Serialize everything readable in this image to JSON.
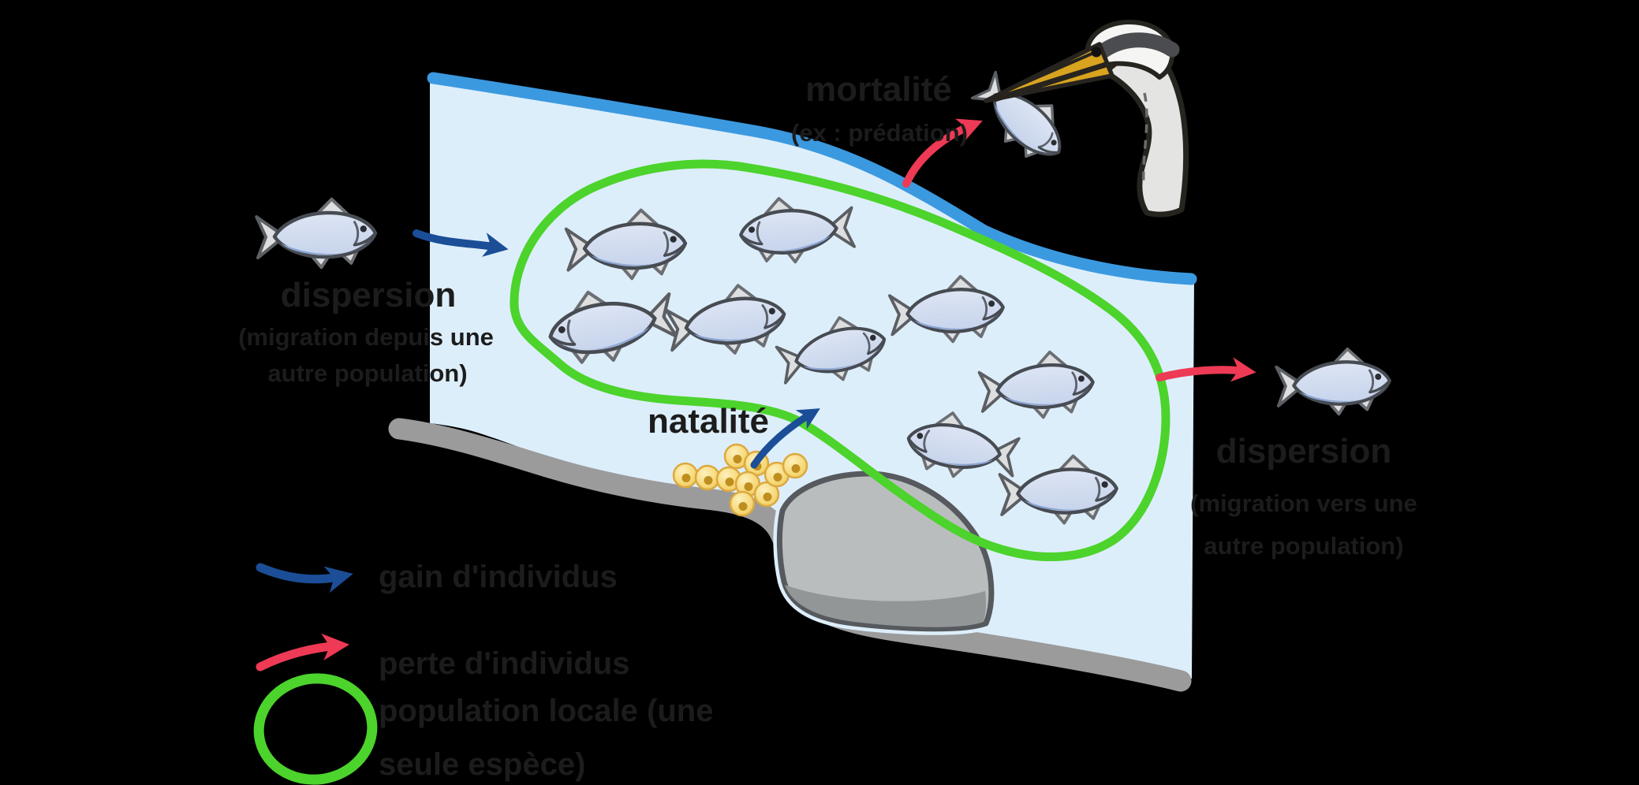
{
  "labels": {
    "mortality": {
      "title": "mortalité",
      "subtitle": "(ex : prédation)"
    },
    "dispersion_in": {
      "title": "dispersion",
      "subtitle_line1": "(migration depuis une",
      "subtitle_line2": "autre population)"
    },
    "natality": {
      "title": "natalité"
    },
    "dispersion_out": {
      "title": "dispersion",
      "subtitle_line1": "(migration vers une",
      "subtitle_line2": "autre population)"
    }
  },
  "legend": {
    "items": [
      {
        "symbol": "blue-curved-arrow",
        "label": "gain d'individus"
      },
      {
        "symbol": "red-curved-arrow",
        "label": "perte d'individus"
      },
      {
        "symbol": "green-circle",
        "label_line1": "population locale (une",
        "label_line2": "seule espèce)"
      }
    ]
  },
  "scene": {
    "fish_inside_population": 9,
    "fish_entering": 1,
    "fish_leaving": 1,
    "fish_predated": 1,
    "egg_count": 10,
    "colors": {
      "water": "#ddeefb",
      "river_bank_blue": "#3b99e0",
      "population_green": "#4cd32c",
      "gain_arrow_blue": "#1b4e97",
      "loss_arrow_red": "#ee3a55",
      "ground_gray": "#9b9b9b",
      "egg_yellow": "#f6d979",
      "text_black": "#1c1c1c"
    }
  }
}
